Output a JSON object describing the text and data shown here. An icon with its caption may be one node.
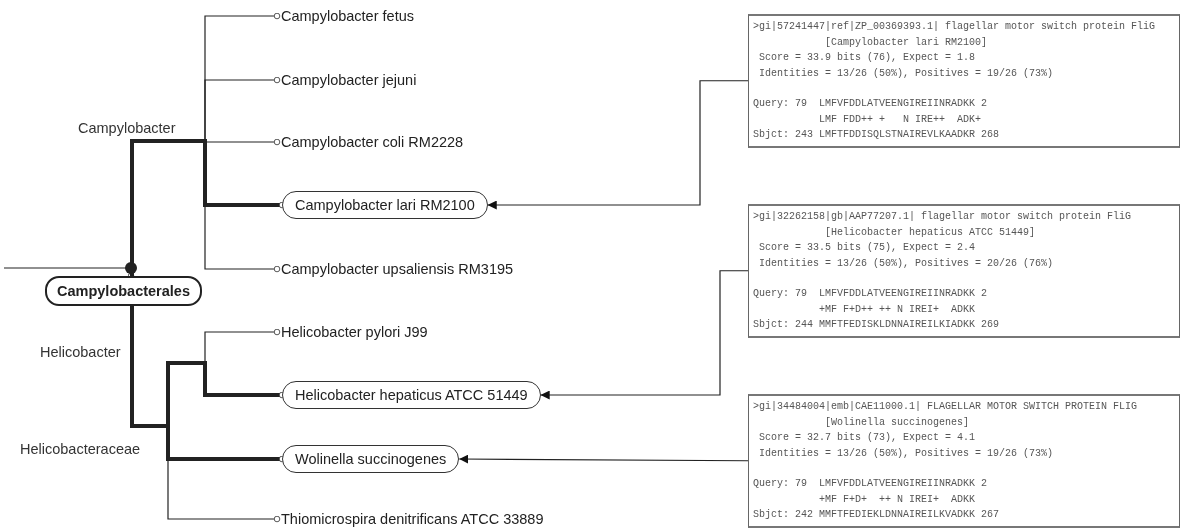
{
  "diagram": {
    "nodes": [
      {
        "text": [
          "Campylobacter fetus"
        ]
      },
      {
        "text": [
          "Campylobacter jejuni"
        ]
      },
      {
        "text": [
          "Campylobacter coli RM2228"
        ]
      },
      {
        "text": [
          "Campylobacter lari RM2100"
        ]
      },
      {
        "text": [
          "Campylobacter upsaliensis RM3195"
        ]
      },
      {
        "text": [
          "Campylobacterales"
        ]
      },
      {
        "text": [
          "Helicobacter pylori J99"
        ]
      },
      {
        "text": [
          "Helicobacter hepaticus ATCC 51449"
        ]
      },
      {
        "text": [
          "Wolinella succinogenes"
        ]
      },
      {
        "text": [
          "Thiomicrospira denitrificans ATCC 33889"
        ]
      },
      {
        "text": [
          ">gi|57241447|ref|ZP_00369393.1| flagellar motor switch protein FliG [Campylobacter lari RM2100]",
          "Score = 33.9 bits (76), Expect = 1.8",
          "Identities = 13/26 (50%), Positives = 19/26 (73%)",
          "Query: 79  LMFVFDDLATVEENGIREIINRADKK 2",
          "LMF FDD++ +   N IRE++  ADK+",
          "Sbjct: 243 LMFTFDDISQLSTNAIREVLKAADKR 268"
        ]
      },
      {
        "text": [
          ">gi|32262158|gb|AAP77207.1| flagellar motor switch protein FliG [Helicobacter hepaticus ATCC 51449]",
          "Score = 33.5 bits (75), Expect = 2.4",
          "Identities = 13/26 (50%), Positives = 20/26 (76%)",
          "Query: 79  LMFVFDDLATVEENGIREIINRADKK 2",
          "+MF F+D++ ++ N IREI+  ADKK",
          "Sbjct: 244 MMFTFEDISKLDNNAIREILKIADKK 269"
        ]
      },
      {
        "text": [
          ">gi|34484004|emb|CAE11000.1| FLAGELLAR MOTOR SWITCH PROTEIN FLIG [Wolinella succinogenes]",
          "Score = 32.7 bits (73), Expect = 4.1",
          "Identities = 13/26 (50%), Positives = 19/26 (73%)",
          "Query: 79  LMFVFDDLATVEENGIREIINRADKK 2",
          "+MF F+D+  ++ N IREI+  ADKK",
          "Sbjct: 242 MMFTFEDIEKLDNNAIREILKVADKK 267"
        ]
      }
    ],
    "edges": [
      {
        "from": 5,
        "to": 0,
        "arrow": "other"
      },
      {
        "from": 5,
        "to": 1,
        "arrow": "other"
      },
      {
        "from": 5,
        "to": 2,
        "arrow": "other"
      },
      {
        "from": 5,
        "to": 3,
        "arrow": "other",
        "style": "thick"
      },
      {
        "from": 5,
        "to": 4,
        "arrow": "other"
      },
      {
        "from": 5,
        "to": 6,
        "arrow": "other"
      },
      {
        "from": 5,
        "to": 7,
        "arrow": "other",
        "style": "thick"
      },
      {
        "from": 5,
        "to": 8,
        "arrow": "other",
        "style": "thick"
      },
      {
        "from": 5,
        "to": 9,
        "arrow": "other"
      },
      {
        "from": 10,
        "to": 3,
        "arrow": "to"
      },
      {
        "from": 11,
        "to": 7,
        "arrow": "to"
      },
      {
        "from": 12,
        "to": 8,
        "arrow": "to"
      },
      {
        "from": null,
        "to": 5,
        "arrow": "other"
      }
    ],
    "labels": [
      "Campylobacter",
      "Helicobacter",
      "Helicobacteraceae"
    ]
  }
}
